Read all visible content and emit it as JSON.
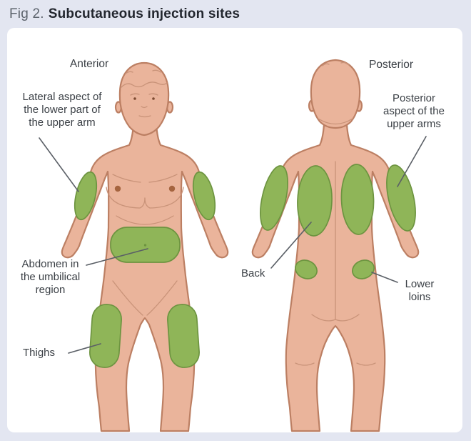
{
  "title": {
    "figure_label": "Fig 2.",
    "heading": "Subcutaneous injection sites"
  },
  "diagram": {
    "views": {
      "anterior": "Anterior",
      "posterior": "Posterior"
    },
    "site_labels": {
      "lateral_arm": "Lateral aspect of\nthe lower part of\nthe upper arm",
      "abdomen": "Abdomen in\nthe umbilical\nregion",
      "thighs": "Thighs",
      "back": "Back",
      "posterior_arms": "Posterior\naspect of the\nupper arms",
      "lower_loins": "Lower\nloins"
    },
    "injection_regions": [
      "upper-arm-left-anterior",
      "upper-arm-right-anterior",
      "abdomen-umbilical",
      "thigh-left",
      "thigh-right",
      "back-left",
      "back-right",
      "upper-arm-left-posterior",
      "upper-arm-right-posterior",
      "lower-loin-left",
      "lower-loin-right"
    ]
  },
  "colors": {
    "background": "#e3e6f1",
    "panel": "#ffffff",
    "skin": "#eab49b",
    "skin_line": "#bc7f63",
    "detail": "#c99379",
    "site_green": "#8fb558",
    "site_green_line": "#6d9440",
    "nipple": "#a5643f",
    "pointer": "#5a5f66",
    "label_text": "#3b4046",
    "title_text": "#22262e",
    "title_prefix": "#5d646d"
  }
}
